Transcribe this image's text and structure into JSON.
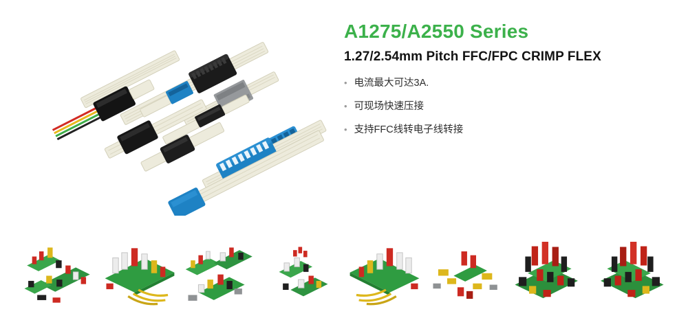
{
  "page": {
    "background_color": "#ffffff"
  },
  "hero": {
    "title": "A1275/A2550 Series",
    "title_color": "#3cb14b",
    "subtitle": "1.27/2.54mm Pitch FFC/FPC CRIMP FLEX",
    "bullet_char": "•",
    "bullets": [
      "电流最大可达3A.",
      "可现场快速压接",
      "支持FFC线转电子线转接"
    ],
    "illustration": {
      "name": "ffc-fpc-crimp-connector-isometric-illustration",
      "ribbon_color": "#edebdc",
      "connector_colors": {
        "black": "#1b1b1b",
        "blue": "#1e82c4",
        "gray": "#96999c"
      },
      "wire_colors": [
        "#d22b23",
        "#e8b81d",
        "#3fae49",
        "#222222"
      ]
    }
  },
  "gallery": {
    "thumbnails": [
      {
        "name": "pcb-application-photo-1"
      },
      {
        "name": "pcb-application-photo-2"
      },
      {
        "name": "pcb-application-photo-3"
      },
      {
        "name": "pcb-application-photo-4"
      },
      {
        "name": "pcb-application-photo-5"
      },
      {
        "name": "pcb-application-photo-6"
      },
      {
        "name": "pcb-application-photo-7"
      },
      {
        "name": "pcb-application-photo-8"
      }
    ],
    "pcb_palette": {
      "green": "#2f9c41",
      "red": "#cd2a22",
      "yellow": "#ddb71c",
      "black": "#202020",
      "white": "#ececec"
    }
  }
}
